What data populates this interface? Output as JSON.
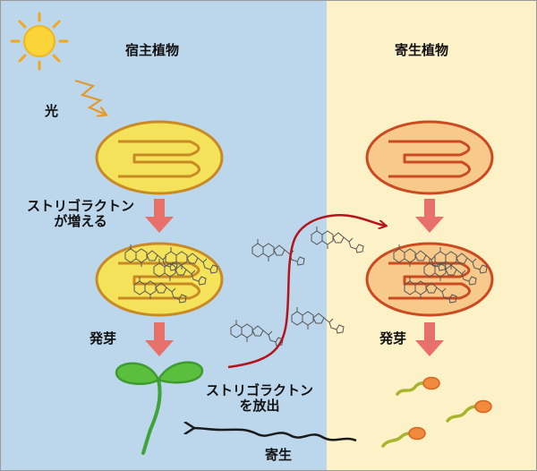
{
  "panels": {
    "host": {
      "title": "宿主植物",
      "bg": "#bcd6ec"
    },
    "parasite": {
      "title": "寄生植物",
      "bg": "#fdf1c8"
    }
  },
  "labels": {
    "light": "光",
    "sl_increase_line1": "ストリゴラクトン",
    "sl_increase_line2": "が増える",
    "germination_host": "発芽",
    "germination_parasite": "発芽",
    "sl_release_line1": "ストリゴラクトン",
    "sl_release_line2": "を放出",
    "parasitism": "寄生"
  },
  "icons": [
    "sun-icon",
    "light-ray-icon",
    "chloroplast-icon",
    "arrow-down-icon",
    "molecule-icon",
    "seedling-icon",
    "squiggle-arrow-icon"
  ],
  "colors": {
    "host_chloroplast_fill": "#f3e25a",
    "parasite_chloroplast_fill": "#f7c98a",
    "arrow": "#e8706b",
    "release_arrow": "#b3141c",
    "parasite_arrow": "#1a1a1a",
    "seedling": "#5bbf3e",
    "parasite_seed": "#f08a3c",
    "parasite_stem": "#a8b42a"
  }
}
